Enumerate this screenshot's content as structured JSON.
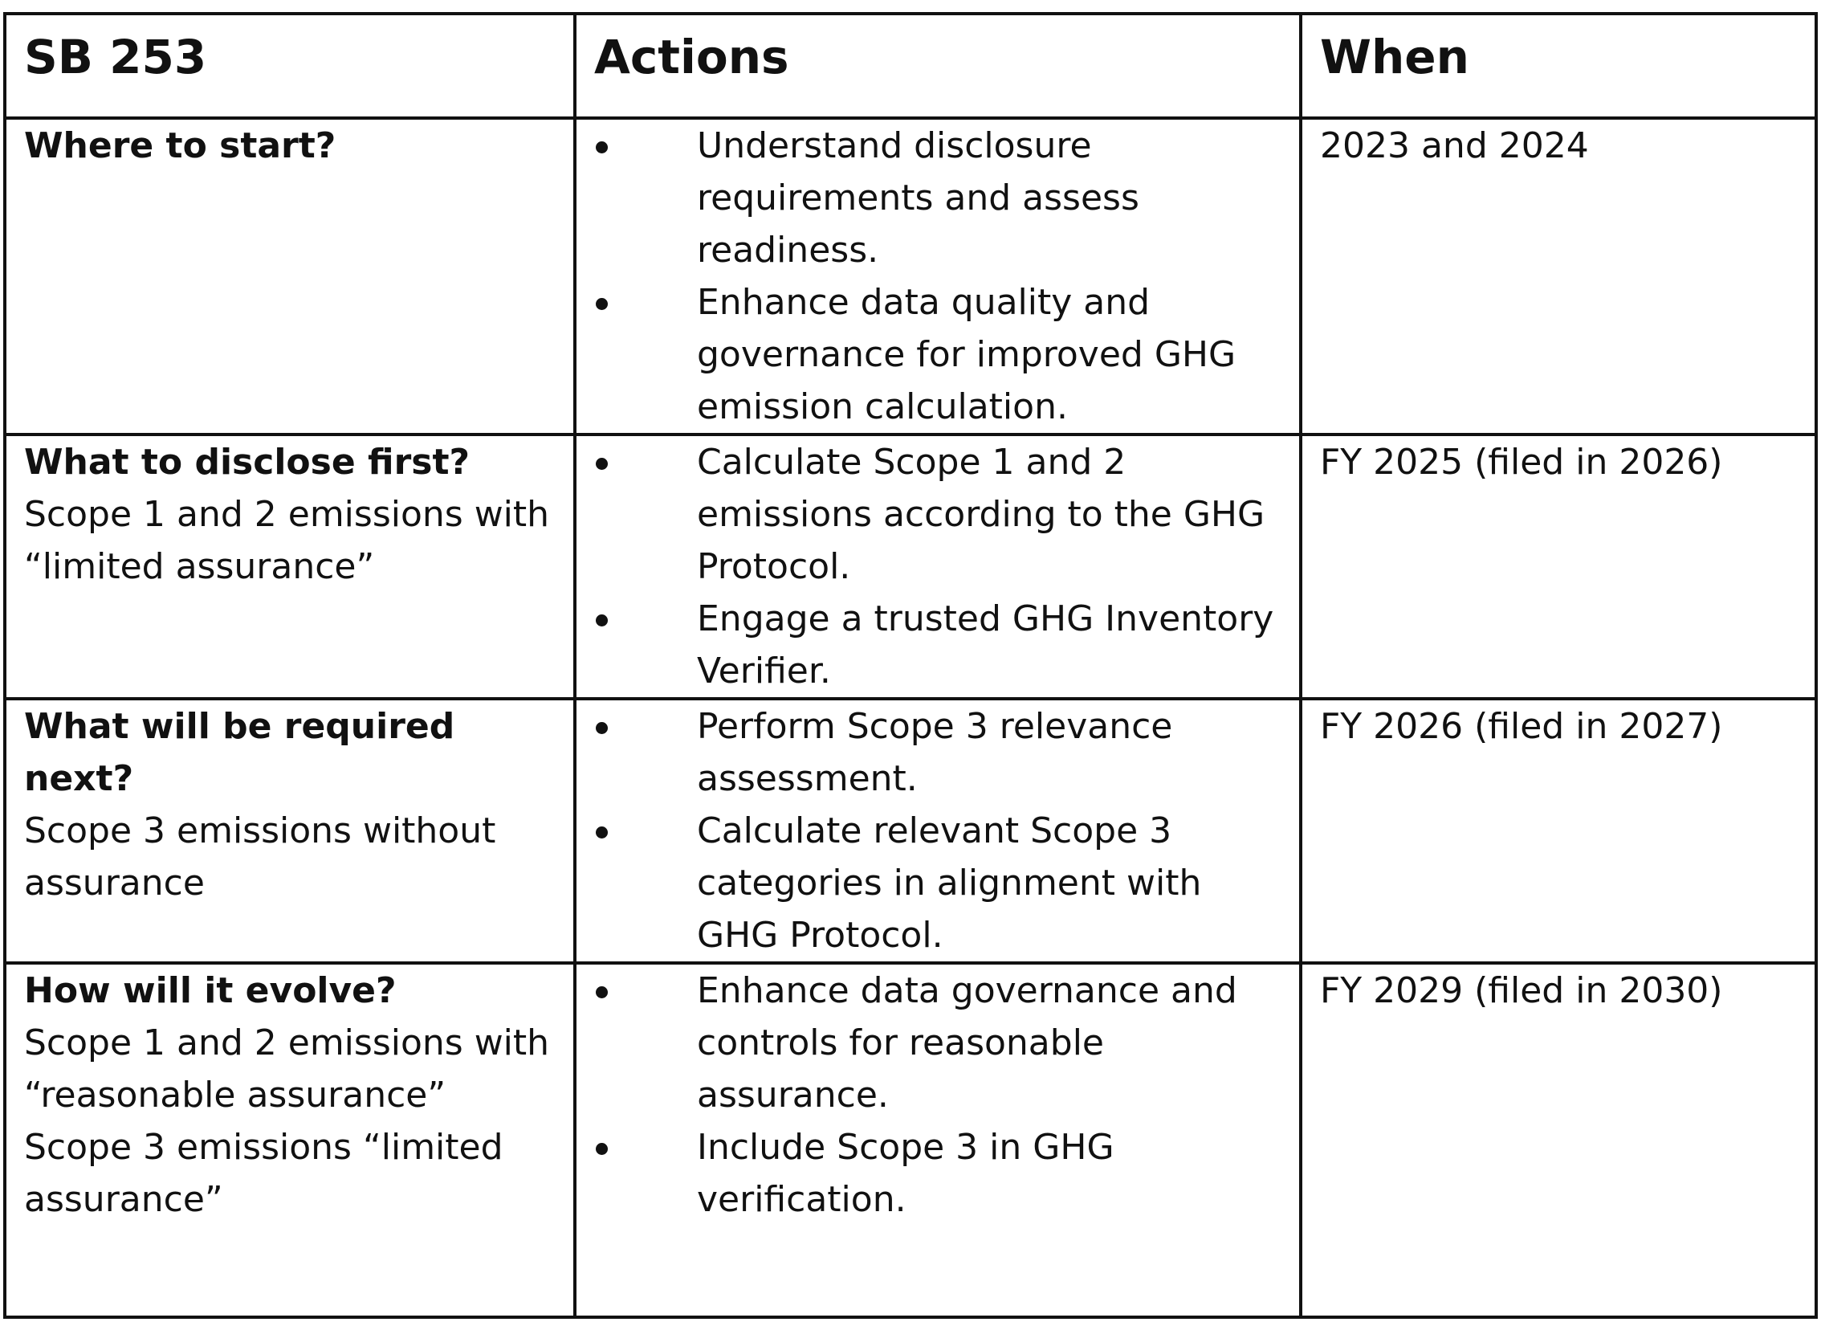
{
  "table": {
    "headers": [
      "SB 253",
      "Actions",
      "When"
    ],
    "rows": [
      {
        "question": "Where to start?",
        "details": [],
        "actions": [
          "Understand disclosure requirements and assess readiness.",
          "Enhance data quality and governance for improved GHG emission calculation."
        ],
        "when": "2023 and 2024"
      },
      {
        "question": "What to disclose first?",
        "details": [
          "Scope 1 and 2 emissions with “limited assurance”"
        ],
        "actions": [
          "Calculate Scope 1 and 2 emissions according to the GHG Protocol.",
          "Engage a trusted GHG Inventory Verifier."
        ],
        "when": "FY 2025 (filed in 2026)"
      },
      {
        "question": "What will be required next?",
        "details": [
          "Scope 3 emissions without assurance"
        ],
        "actions": [
          "Perform Scope 3 relevance assessment.",
          "Calculate relevant Scope 3 categories in alignment with GHG Protocol."
        ],
        "when": "FY 2026 (filed in 2027)"
      },
      {
        "question": "How will it evolve?",
        "details": [
          "Scope 1 and 2 emissions with “reasonable assurance”",
          "Scope 3 emissions “limited assurance”"
        ],
        "actions": [
          "Enhance data governance and controls for reasonable assurance.",
          "Include Scope 3 in GHG verification."
        ],
        "when": "FY 2029 (filed in 2030)"
      }
    ]
  }
}
